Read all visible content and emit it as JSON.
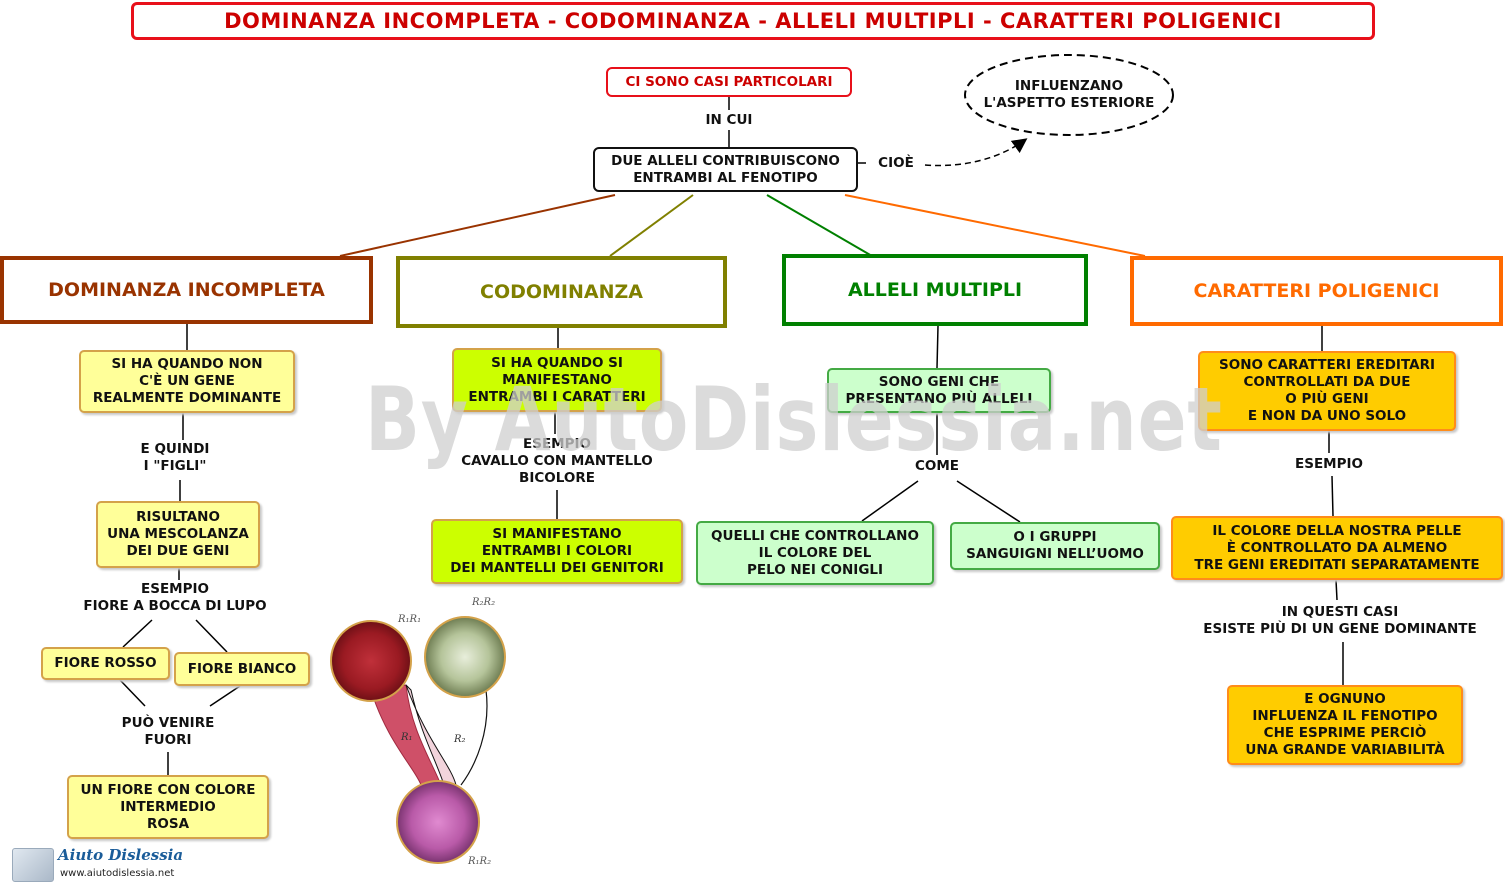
{
  "title": "DOMINANZA INCOMPLETA - CODOMINANZA - ALLELI MULTIPLI - CARATTERI POLIGENICI",
  "watermark": "By AutoDislessia.net",
  "top": {
    "casi": "CI SONO CASI PARTICOLARI",
    "in_cui": "IN CUI",
    "alleli": "DUE ALLELI CONTRIBUISCONO\nENTRAMBI AL FENOTIPO",
    "cioe": "CIOÈ",
    "influenzano": "INFLUENZANO\nL'ASPETTO ESTERIORE"
  },
  "col1": {
    "title": "DOMINANZA INCOMPLETA",
    "box1": "SI HA QUANDO NON\nC'È UN GENE\nREALMENTE DOMINANTE",
    "link1": "E QUINDI\nI \"FIGLI\"",
    "box2": "RISULTANO\nUNA MESCOLANZA\nDEI DUE GENI",
    "link2": "ESEMPIO\nFIORE A BOCCA DI LUPO",
    "rosso": "FIORE ROSSO",
    "bianco": "FIORE BIANCO",
    "link3": "PUÒ VENIRE\nFUORI",
    "box3": "UN FIORE CON COLORE\nINTERMEDIO\nROSA"
  },
  "col2": {
    "title": "CODOMINANZA",
    "box1": "SI HA QUANDO SI\nMANIFESTANO\nENTRAMBI I CARATTERI",
    "link1": "ESEMPIO\nCAVALLO CON MANTELLO\nBICOLORE",
    "box2": "SI MANIFESTANO\nENTRAMBI I COLORI\nDEI MANTELLI DEI GENITORI"
  },
  "col3": {
    "title": "ALLELI  MULTIPLI",
    "box1": "SONO  GENI  CHE\nPRESENTANO PIÙ  ALLELI",
    "link1": "COME",
    "box2": "QUELLI CHE CONTROLLANO\nIL COLORE DEL\nPELO NEI CONIGLI",
    "box3": "O I GRUPPI\nSANGUIGNI NELL’UOMO"
  },
  "col4": {
    "title": "CARATTERI  POLIGENICI",
    "box1": "SONO CARATTERI EREDITARI\nCONTROLLATI DA DUE\nO PIÙ GENI\nE NON DA UNO SOLO",
    "link1": "ESEMPIO",
    "box2": "IL COLORE DELLA NOSTRA PELLE\nÈ CONTROLLATO DA ALMENO\nTRE GENI EREDITATI SEPARATAMENTE",
    "link2": "IN QUESTI CASI\nESISTE PIÙ DI UN GENE DOMINANTE",
    "box3": "E OGNUNO\nINFLUENZA IL FENOTIPO\nCHE ESPRIME PERCIÒ\nUNA GRANDE VARIABILITÀ"
  },
  "flower": {
    "r1r1": "R₁R₁",
    "r2r2": "R₂R₂",
    "r1r2": "R₁R₂",
    "r1": "R₁",
    "r2": "R₂"
  },
  "logo": {
    "name": "Aiuto Dislessia",
    "url": "www.aiutodislessia.net"
  },
  "colors": {
    "red": "#e8101a",
    "brown": "#993300",
    "olive": "#808000",
    "green": "#008000",
    "orange": "#ff6a00"
  }
}
